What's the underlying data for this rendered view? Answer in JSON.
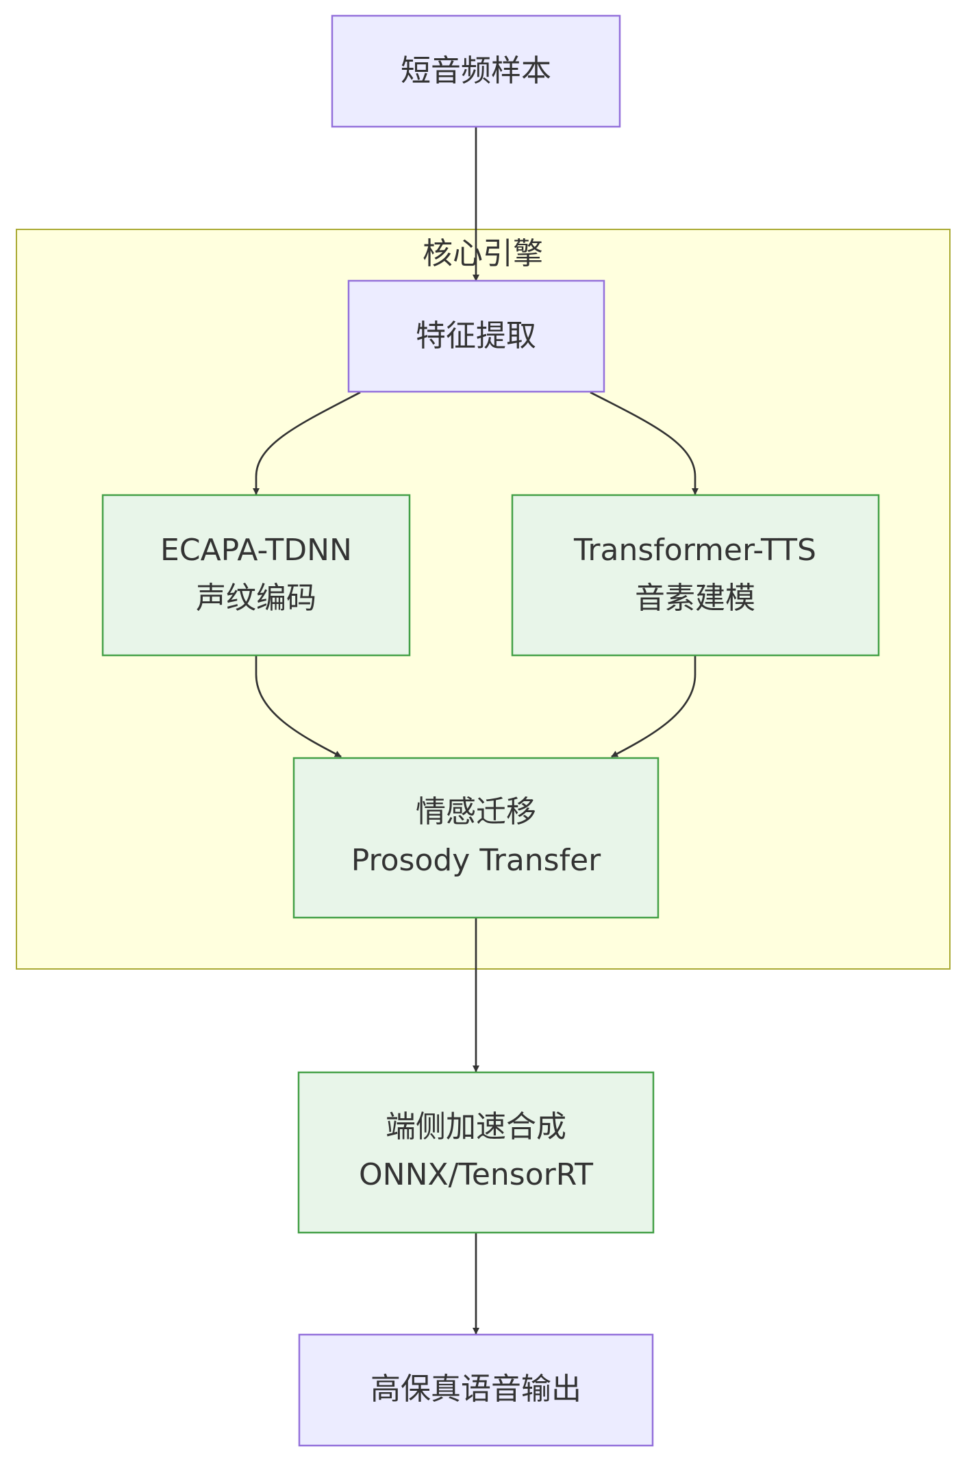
{
  "diagram": {
    "subgraph": {
      "label": "核心引擎"
    },
    "nodes": {
      "input": {
        "line1": "短音频样本"
      },
      "feature": {
        "line1": "特征提取"
      },
      "ecapa": {
        "line1": "ECAPA-TDNN",
        "line2": "声纹编码"
      },
      "tts": {
        "line1": "Transformer-TTS",
        "line2": "音素建模"
      },
      "prosody": {
        "line1": "情感迁移",
        "line2": "Prosody Transfer"
      },
      "accel": {
        "line1": "端侧加速合成",
        "line2": "ONNX/TensorRT"
      },
      "output": {
        "line1": "高保真语音输出"
      }
    },
    "colors": {
      "background": "#ffffff",
      "subgraph_fill": "#ffffde",
      "subgraph_stroke": "#aaaa33",
      "purple_fill": "#ececff",
      "purple_stroke": "#9370db",
      "green_fill": "#e8f5e9",
      "green_stroke": "#43a047",
      "edge": "#333333",
      "text": "#333333"
    }
  }
}
